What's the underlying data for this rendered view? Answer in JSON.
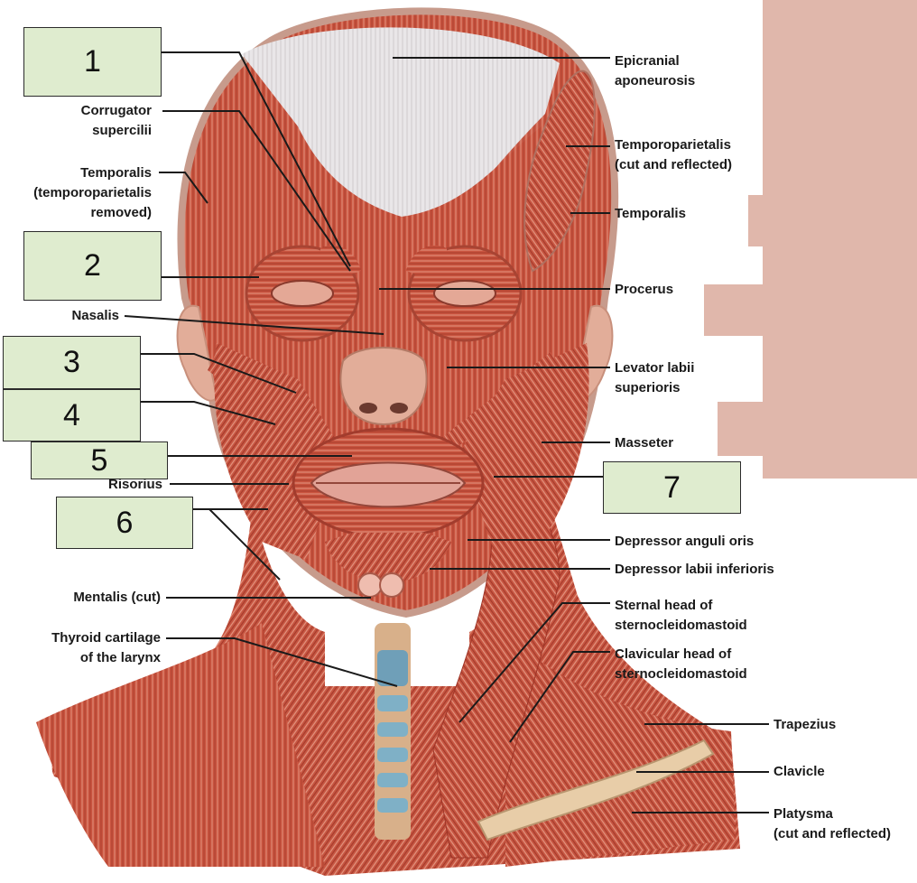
{
  "colors": {
    "muscle": "#c9543f",
    "muscle_light": "#df8a74",
    "muscle_dark": "#9a3224",
    "aponeurosis": "#e9e6e8",
    "skin": "#e7b9a5",
    "cartilage": "#6f9fb8",
    "box_fill": "#dfeccf",
    "panel": "#e0b7ab",
    "leader": "#1a1a1a"
  },
  "boxes": [
    {
      "number": "1"
    },
    {
      "number": "2"
    },
    {
      "number": "3"
    },
    {
      "number": "4"
    },
    {
      "number": "5"
    },
    {
      "number": "6"
    },
    {
      "number": "7"
    }
  ],
  "labels_left": {
    "corrugator": [
      "Corrugator",
      "supercilii"
    ],
    "temporalis_left": [
      "Temporalis",
      "(temporoparietalis",
      "removed)"
    ],
    "nasalis": [
      "Nasalis"
    ],
    "risorius": [
      "Risorius"
    ],
    "mentalis": [
      "Mentalis (cut)"
    ],
    "thyroid": [
      "Thyroid cartilage",
      "of the larynx"
    ]
  },
  "labels_right": {
    "epicranial": [
      "Epicranial",
      "aponeurosis"
    ],
    "temporoparietalis": [
      "Temporoparietalis",
      "(cut and reflected)"
    ],
    "temporalis_right": [
      "Temporalis"
    ],
    "procerus": [
      "Procerus"
    ],
    "levator": [
      "Levator labii",
      "superioris"
    ],
    "masseter": [
      "Masseter"
    ],
    "depressor_anguli": [
      "Depressor anguli oris"
    ],
    "depressor_labii": [
      "Depressor labii inferioris"
    ],
    "sternal_head": [
      "Sternal head of",
      "sternocleidomastoid"
    ],
    "clavicular_head": [
      "Clavicular head of",
      "sternocleidomastoid"
    ],
    "trapezius": [
      "Trapezius"
    ],
    "clavicle": [
      "Clavicle"
    ],
    "platysma": [
      "Platysma",
      "(cut and reflected)"
    ]
  }
}
